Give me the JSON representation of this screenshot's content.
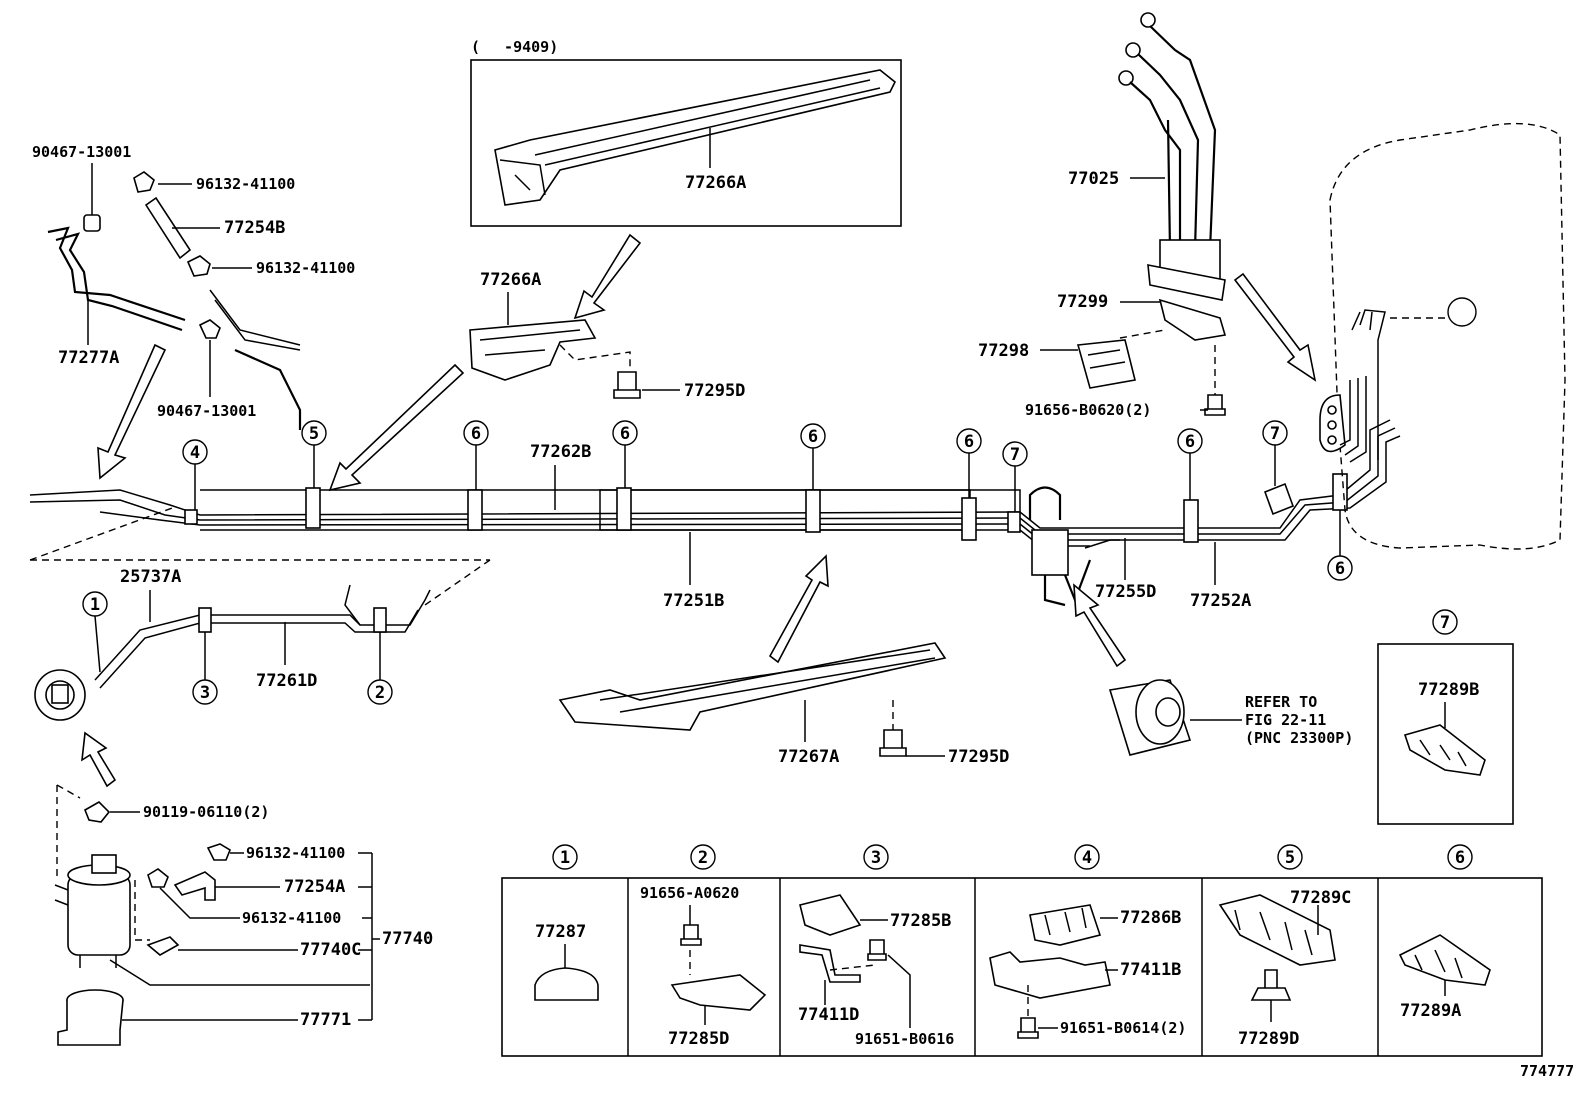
{
  "diagram_number": "774777",
  "inset": {
    "serial_range": "(　 -9409)",
    "part": "77266A"
  },
  "labels": {
    "clip_90467_top": "90467-13001",
    "clamp_96132_a": "96132-41100",
    "hose_77254b": "77254B",
    "clamp_96132_b": "96132-41100",
    "pipe_77277a": "77277A",
    "clip_90467_bottom": "90467-13001",
    "bracket_77266a": "77266A",
    "bolt_77295d_top": "77295D",
    "tube_77262b": "77262B",
    "tube_77251b": "77251B",
    "tube_77255d": "77255D",
    "tube_77252a": "77252A",
    "tube_25737a": "25737A",
    "tube_77261d": "77261D",
    "wire_77025": "77025",
    "part_77299": "77299",
    "part_77298": "77298",
    "bolt_91656_b0620": "91656-B0620(2)",
    "bracket_77267a": "77267A",
    "bolt_77295d_bottom": "77295D",
    "refer_line1": "REFER TO",
    "refer_line2": "FIG 22-11",
    "refer_line3": "(PNC 23300P)",
    "bolt_90119": "90119-06110(2)",
    "clamp_96132_c": "96132-41100",
    "hose_77254a": "77254A",
    "clamp_96132_d": "96132-41100",
    "hose_77740c": "77740C",
    "canister_77740": "77740",
    "part_77771": "77771",
    "clamp_77289b": "77289B"
  },
  "callouts": [
    "1",
    "2",
    "3",
    "4",
    "5",
    "6",
    "7"
  ],
  "detail_cells": [
    {
      "num": "1",
      "parts": [
        "77287"
      ]
    },
    {
      "num": "2",
      "parts": [
        "91656-A0620",
        "77285D"
      ]
    },
    {
      "num": "3",
      "parts": [
        "77285B",
        "77411D",
        "91651-B0616"
      ]
    },
    {
      "num": "4",
      "parts": [
        "77286B",
        "77411B",
        "91651-B0614(2)"
      ]
    },
    {
      "num": "5",
      "parts": [
        "77289C",
        "77289D"
      ]
    },
    {
      "num": "6",
      "parts": [
        "77289A"
      ]
    }
  ],
  "detail_7": {
    "num": "7",
    "part": "77289B"
  }
}
